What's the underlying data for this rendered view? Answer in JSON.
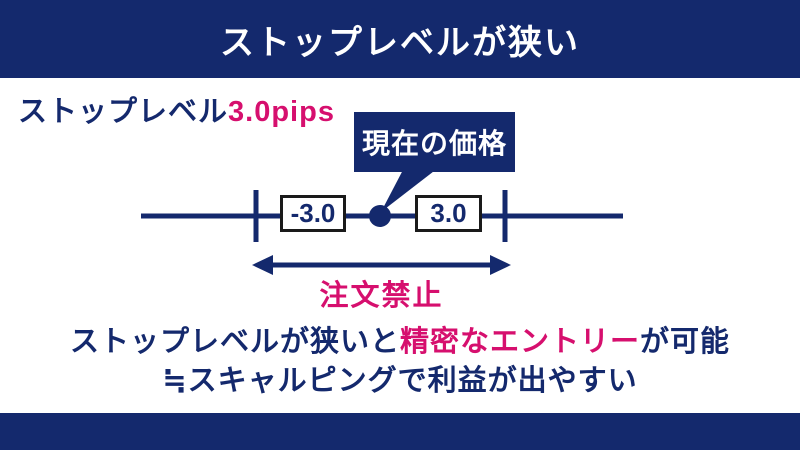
{
  "colors": {
    "navy": "#14296d",
    "pink": "#d60f6e",
    "box_border": "#1a1a1a",
    "background": "#ffffff"
  },
  "header": {
    "title": "ストップレベルが狭い"
  },
  "stop_level": {
    "prefix": "ストップレベル",
    "value": "3.0pips"
  },
  "diagram": {
    "bubble_label": "現在の価格",
    "left_box_value": "-3.0",
    "right_box_value": "3.0",
    "range_label": "注文禁止"
  },
  "summary": {
    "line1_before": "ストップレベルが狭いと",
    "line1_highlight": "精密なエントリー",
    "line1_after": "が可能",
    "line2": "≒スキャルピングで利益が出やすい"
  }
}
